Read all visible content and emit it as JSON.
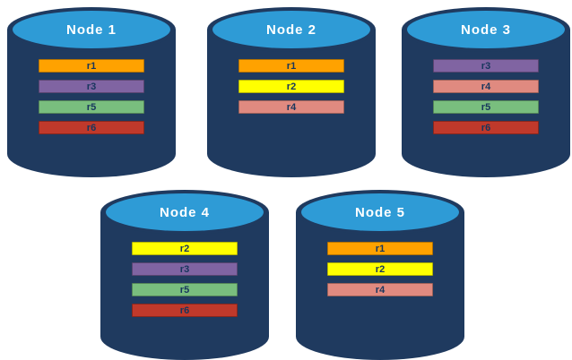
{
  "colors": {
    "background": "#FFFFFF",
    "cylinder_body": "#1F3A5F",
    "cylinder_top": "#2E9BD6",
    "label_text": "#FFFFFF",
    "bar_text": "#17365D",
    "record_palette": {
      "r1": "#FFA200",
      "r2": "#FFFF00",
      "r3": "#8064A2",
      "r4": "#E08A80",
      "r5": "#79BE7E",
      "r6": "#C0392B"
    }
  },
  "nodes": [
    {
      "label": "Node 1",
      "records": [
        {
          "id": "r1",
          "color": "#FFA200"
        },
        {
          "id": "r3",
          "color": "#8064A2"
        },
        {
          "id": "r5",
          "color": "#79BE7E"
        },
        {
          "id": "r6",
          "color": "#C0392B"
        }
      ]
    },
    {
      "label": "Node 2",
      "records": [
        {
          "id": "r1",
          "color": "#FFA200"
        },
        {
          "id": "r2",
          "color": "#FFFF00"
        },
        {
          "id": "r4",
          "color": "#E08A80"
        }
      ]
    },
    {
      "label": "Node 3",
      "records": [
        {
          "id": "r3",
          "color": "#8064A2"
        },
        {
          "id": "r4",
          "color": "#E08A80"
        },
        {
          "id": "r5",
          "color": "#79BE7E"
        },
        {
          "id": "r6",
          "color": "#C0392B"
        }
      ]
    },
    {
      "label": "Node 4",
      "records": [
        {
          "id": "r2",
          "color": "#FFFF00"
        },
        {
          "id": "r3",
          "color": "#8064A2"
        },
        {
          "id": "r5",
          "color": "#79BE7E"
        },
        {
          "id": "r6",
          "color": "#C0392B"
        }
      ]
    },
    {
      "label": "Node 5",
      "records": [
        {
          "id": "r1",
          "color": "#FFA200"
        },
        {
          "id": "r2",
          "color": "#FFFF00"
        },
        {
          "id": "r4",
          "color": "#E08A80"
        }
      ]
    }
  ]
}
